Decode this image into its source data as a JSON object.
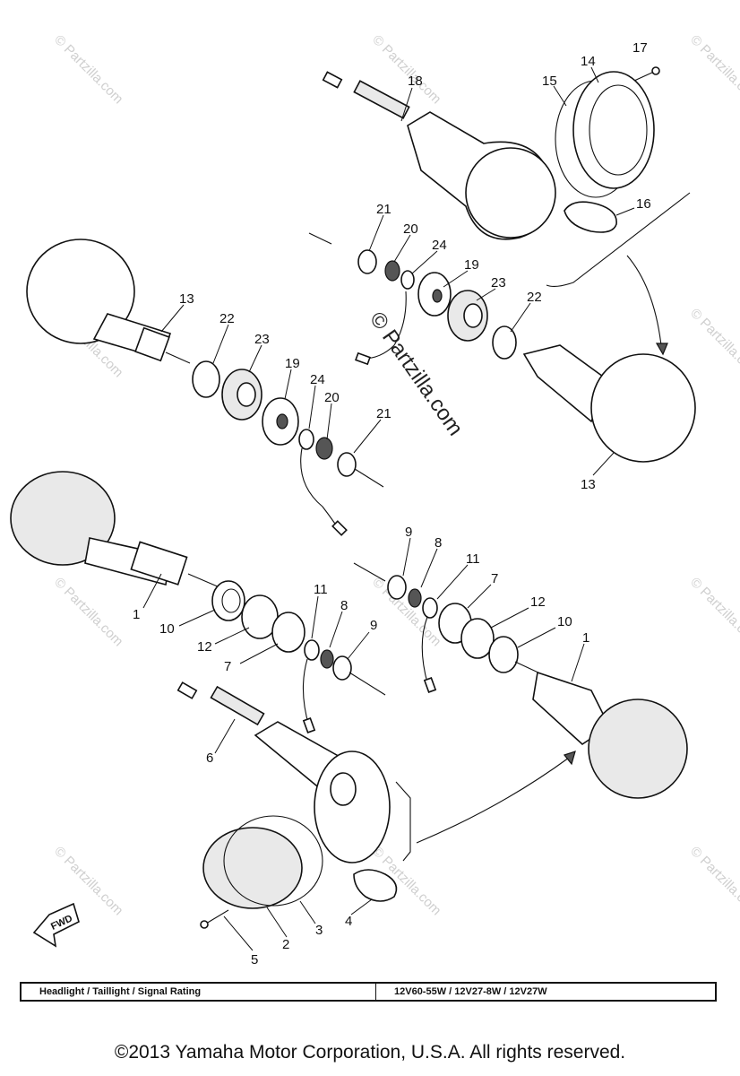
{
  "watermark": {
    "text": "© Partzilla.com"
  },
  "callouts": {
    "c1": "1",
    "c2": "2",
    "c3": "3",
    "c4": "4",
    "c5": "5",
    "c6": "6",
    "c7": "7",
    "c8": "8",
    "c9": "9",
    "c10": "10",
    "c11": "11",
    "c12": "12",
    "c13": "13",
    "c14": "14",
    "c15": "15",
    "c16": "16",
    "c17": "17",
    "c18": "18",
    "c19": "19",
    "c20": "20",
    "c21": "21",
    "c22": "22",
    "c23": "23",
    "c24": "24"
  },
  "fwd_label": "FWD",
  "spec": {
    "label": "Headlight / Taillight / Signal Rating",
    "value": "12V60-55W / 12V27-8W / 12V27W"
  },
  "copyright": "©2013  Yamaha Motor Corporation, U.S.A. All rights reserved."
}
